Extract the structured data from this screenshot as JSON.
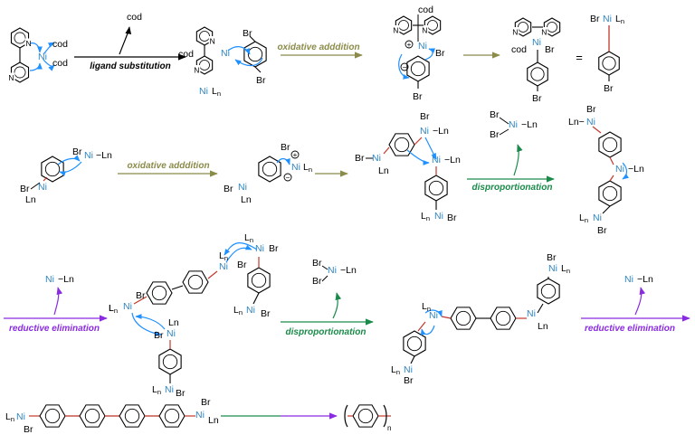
{
  "colors": {
    "nickel": "#2e86c1",
    "arrow_blue": "#1e90ff",
    "oxidative": "#8b8b4a",
    "disproportionation": "#1a8a4a",
    "reductive": "#8a2be2",
    "black": "#000000",
    "new_bond_red": "#c0392b"
  },
  "labels": {
    "cod": "cod",
    "ni": "Ni",
    "br": "Br",
    "ln": "Ln",
    "l_sub": "n",
    "equals": "=",
    "charge_plus": "+",
    "charge_minus": "−",
    "polymer_n": "n"
  },
  "steps": {
    "ligand_substitution": "ligand substitution",
    "oxidative_addition_1": "oxidative adddition",
    "oxidative_addition_2": "oxidative adddition",
    "disproportionation_1": "disproportionation",
    "disproportionation_2": "disproportionation",
    "reductive_elimination_1": "reductive elimination",
    "reductive_elimination_2": "reductive elimination"
  },
  "species": {
    "ni_cod_start": [
      "Ni",
      "cod",
      "cod"
    ],
    "released_cod": "cod",
    "niln_fragment": "NiLn",
    "dibromonickel_1": [
      "Br",
      "Ni",
      "Ln",
      "Br"
    ],
    "dibromonickel_2": [
      "Br",
      "Ni",
      "Ln",
      "Br"
    ],
    "released_ni_1": [
      "Ni",
      "Ln"
    ],
    "released_ni_2": [
      "Ni",
      "Ln"
    ]
  }
}
